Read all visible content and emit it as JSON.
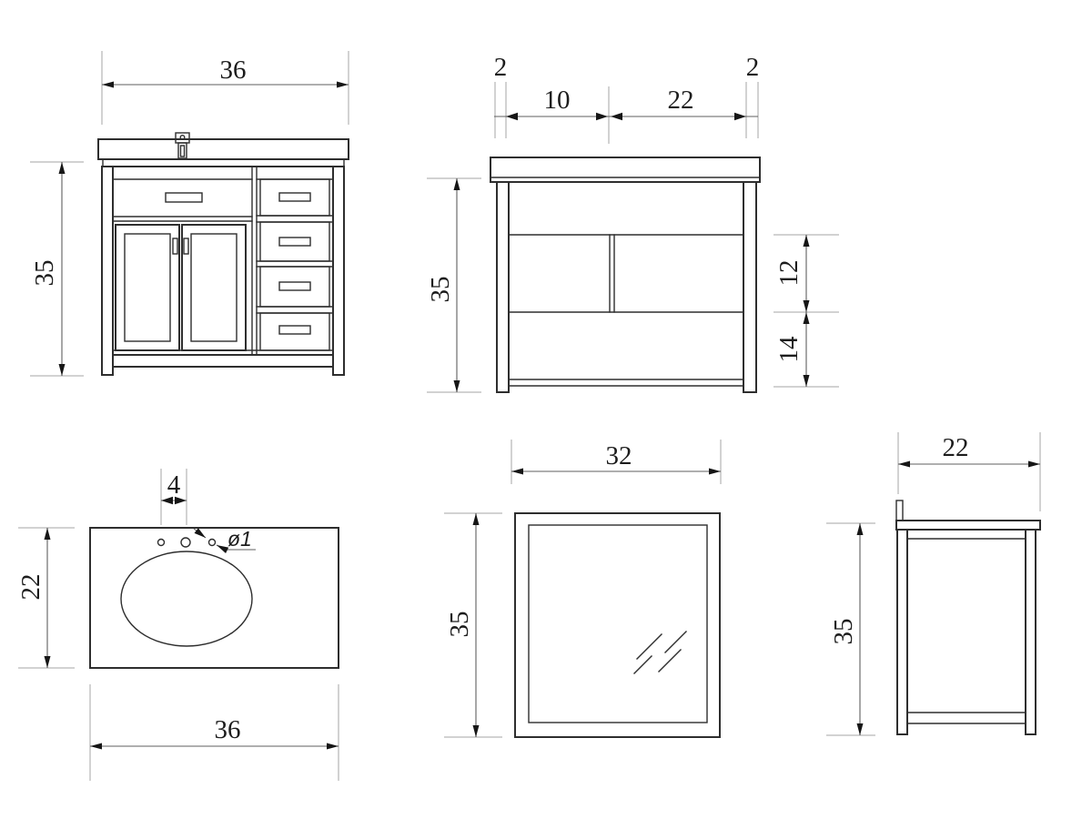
{
  "drawing": {
    "type": "furniture-dimension-drawing",
    "subject": "bathroom vanity cabinet with countertop, back frame, mirror and side views",
    "background": "#ffffff",
    "object_line_color": "#2e2e2e",
    "dimension_line_color": "#5f5f5f",
    "extension_line_color": "#a6a6a6",
    "text_color": "#1c1c1c",
    "views": {
      "front_view": {
        "width": "36",
        "height": "35"
      },
      "back_view": {
        "overhang_left": "2",
        "left_span": "10",
        "right_span": "22",
        "overhang_right": "2",
        "height": "35",
        "middle_panel_height": "12",
        "bottom_clearance": "14"
      },
      "countertop_top_view": {
        "faucet_hole_spacing": "4",
        "hole_diameter": "ø1",
        "depth": "22",
        "width": "36"
      },
      "mirror_view": {
        "width": "32",
        "height": "35"
      },
      "side_view": {
        "depth": "22",
        "height": "35"
      }
    }
  }
}
